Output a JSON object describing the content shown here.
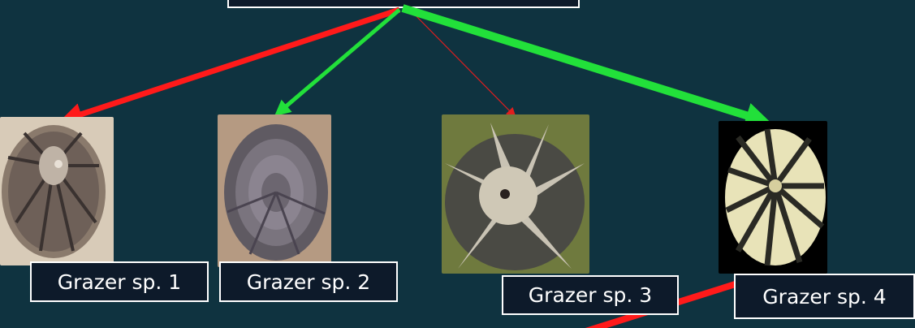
{
  "diagram": {
    "nodes": [
      {
        "id": "g1",
        "label": "Grazer sp. 1",
        "image": "limpet-photo-1"
      },
      {
        "id": "g2",
        "label": "Grazer sp. 2",
        "image": "limpet-photo-2"
      },
      {
        "id": "g3",
        "label": "Grazer sp. 3",
        "image": "limpet-photo-3"
      },
      {
        "id": "g4",
        "label": "Grazer sp. 4",
        "image": "limpet-photo-4"
      }
    ],
    "edges": [
      {
        "to": "g1",
        "color": "#ff1a1a",
        "strength": "strong"
      },
      {
        "to": "g2",
        "color": "#22e03a",
        "strength": "medium"
      },
      {
        "to": "g3",
        "color": "#e01e1e",
        "strength": "weak"
      },
      {
        "to": "g4",
        "color": "#22e03a",
        "strength": "very strong"
      }
    ],
    "colors": {
      "background": "#0f3340",
      "negative": "#ff1a1a",
      "positive": "#22e03a"
    }
  }
}
